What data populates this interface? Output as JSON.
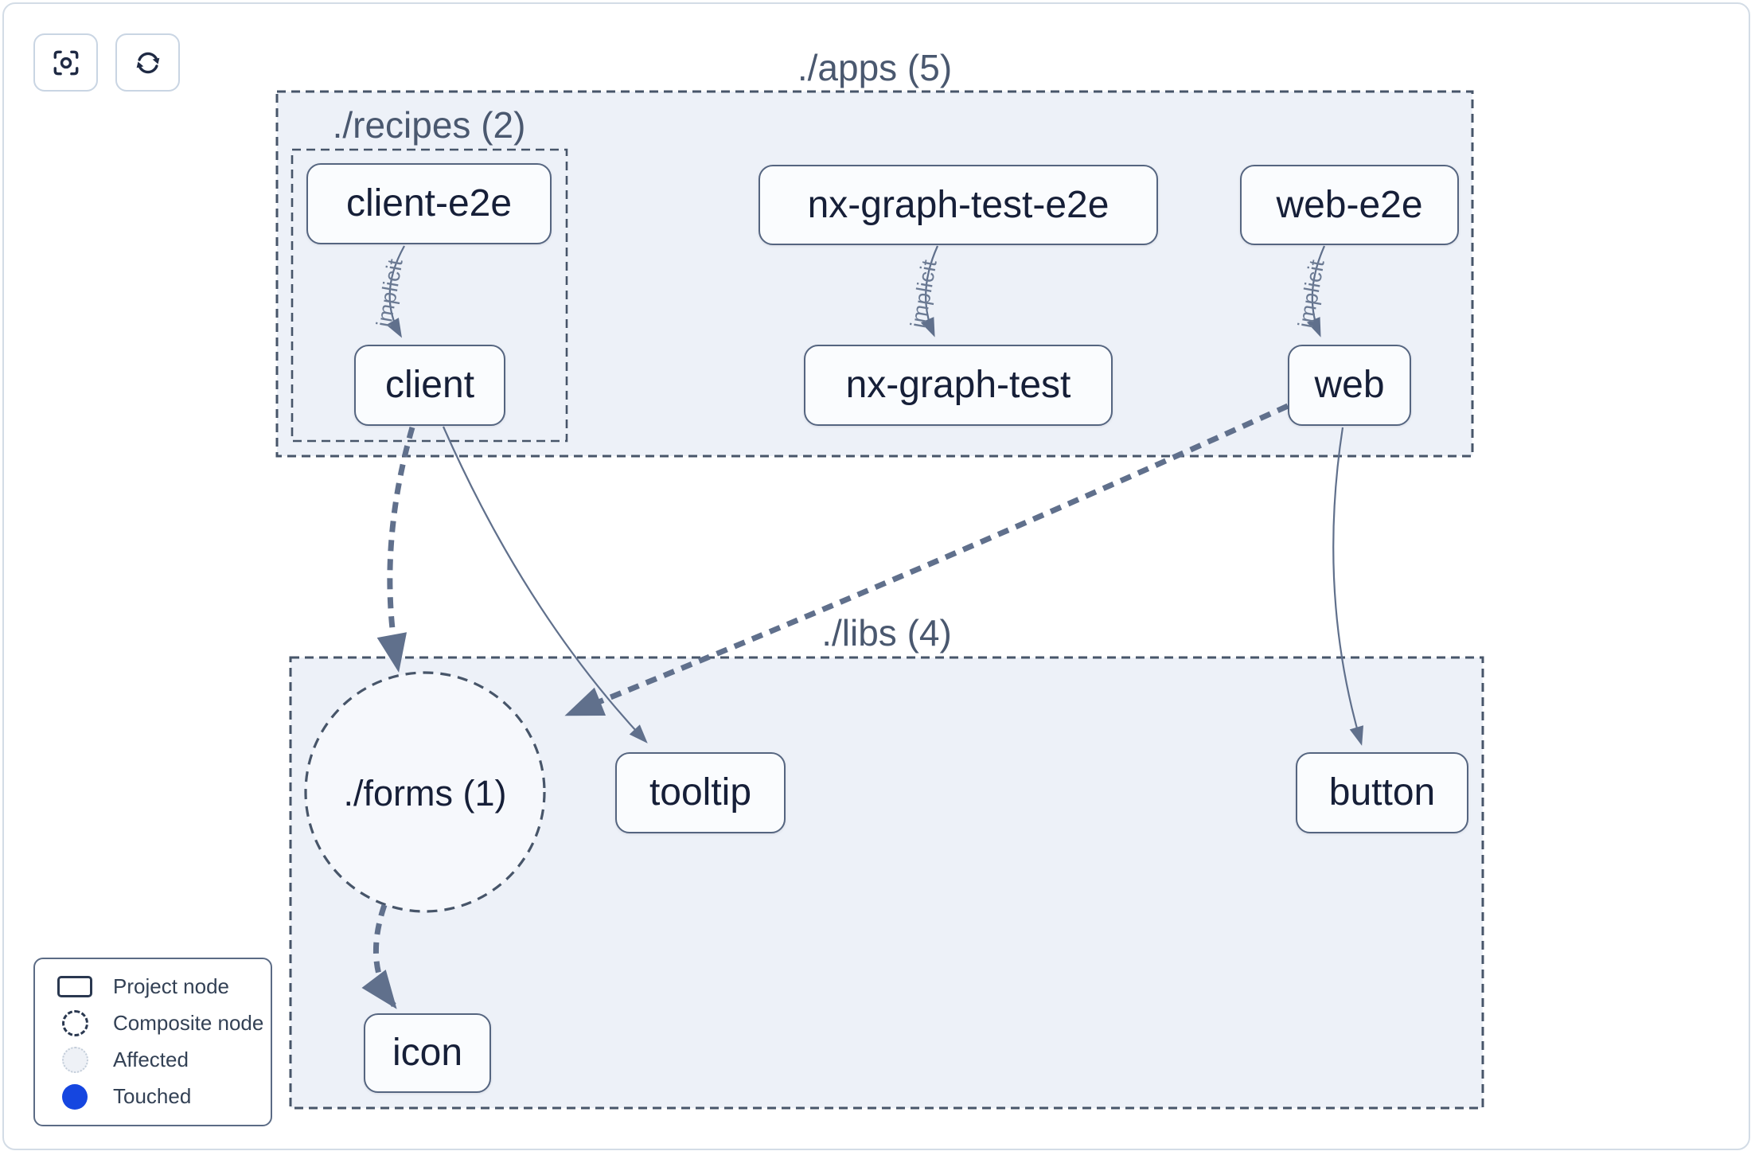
{
  "toolbar": {
    "buttons": [
      {
        "icon": "focus-icon",
        "title": "Focus"
      },
      {
        "icon": "refresh-icon",
        "title": "Refresh"
      }
    ]
  },
  "graph": {
    "groups": {
      "apps": "./apps (5)",
      "recipes": "./recipes (2)",
      "libs": "./libs (4)",
      "forms": "./forms (1)"
    },
    "nodes": {
      "client_e2e": "client-e2e",
      "nx_graph_test_e2e": "nx-graph-test-e2e",
      "web_e2e": "web-e2e",
      "client": "client",
      "nx_graph_test": "nx-graph-test",
      "web": "web",
      "tooltip": "tooltip",
      "button": "button",
      "icon": "icon"
    },
    "edges": [
      {
        "from": "client-e2e",
        "to": "client",
        "label": "implicit",
        "style": "solid"
      },
      {
        "from": "nx-graph-test-e2e",
        "to": "nx-graph-test",
        "label": "implicit",
        "style": "solid"
      },
      {
        "from": "web-e2e",
        "to": "web",
        "label": "implicit",
        "style": "solid"
      },
      {
        "from": "client",
        "to": "./forms (1)",
        "label": "",
        "style": "thick-dashed"
      },
      {
        "from": "client",
        "to": "tooltip",
        "label": "",
        "style": "solid"
      },
      {
        "from": "web",
        "to": "./forms (1)",
        "label": "",
        "style": "thick-dashed"
      },
      {
        "from": "web",
        "to": "button",
        "label": "",
        "style": "solid"
      },
      {
        "from": "./forms (1)",
        "to": "icon",
        "label": "",
        "style": "thick-dashed"
      }
    ]
  },
  "legend": {
    "items": [
      {
        "swatch": "project-node-swatch",
        "label": "Project node"
      },
      {
        "swatch": "composite-node-swatch",
        "label": "Composite node"
      },
      {
        "swatch": "affected-swatch",
        "label": "Affected"
      },
      {
        "swatch": "touched-swatch",
        "label": "Touched"
      }
    ]
  },
  "colors": {
    "touched_blue": "#1546e0",
    "edge": "#60708c",
    "group_fill": "#edf1f8",
    "group_border": "#475569",
    "node_fill": "#fafcfe",
    "node_border": "#556580"
  }
}
